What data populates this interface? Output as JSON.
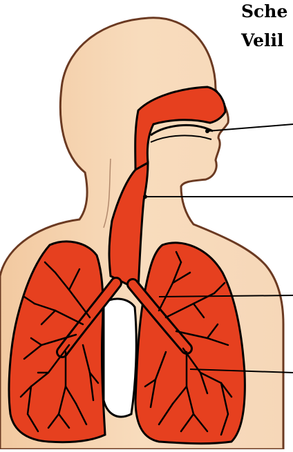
{
  "header": {
    "title_line1": "Sche",
    "title_line2": "Velil"
  },
  "colors": {
    "skin": "#f8dcbd",
    "skin_shadow": "#f1c79d",
    "organ": "#e6401f",
    "outline": "#000000",
    "background": "#ffffff"
  },
  "pointer_lines": [
    "nasal-cavity-pointer",
    "larynx-pointer",
    "bronchus-pointer",
    "lung-pointer"
  ]
}
